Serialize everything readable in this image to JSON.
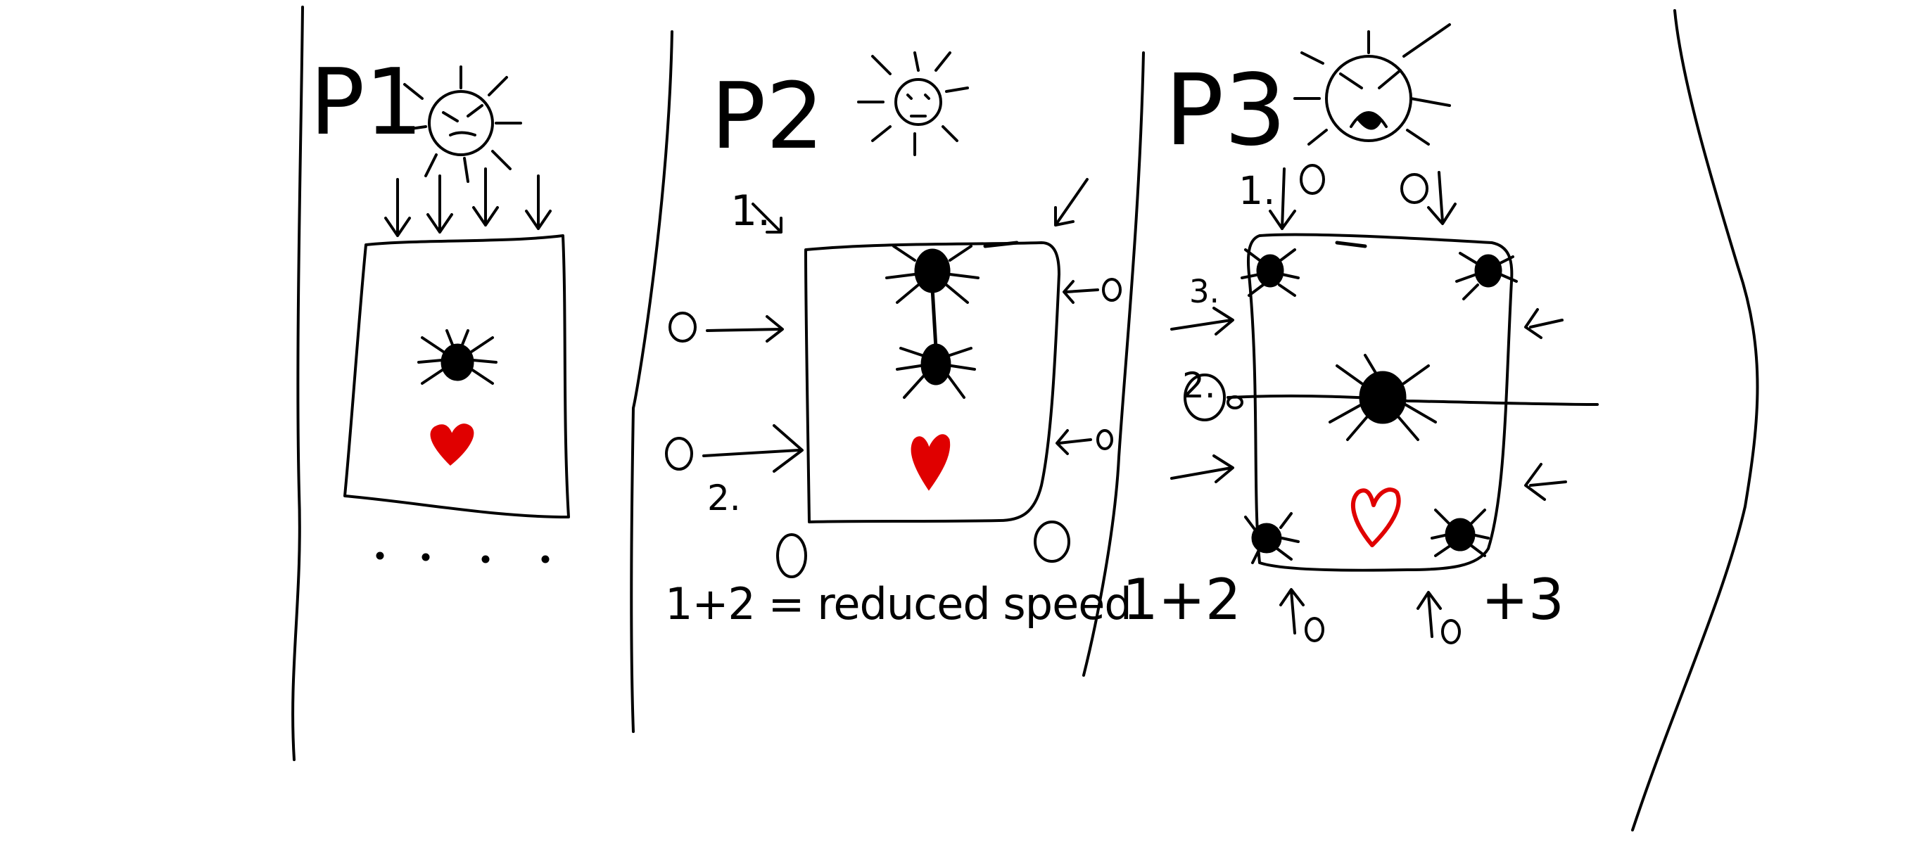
{
  "panels": [
    {
      "id": "p1",
      "label": "P1",
      "note": ""
    },
    {
      "id": "p2",
      "label": "P2",
      "note": "1+2 = reduced speed",
      "markers": {
        "one": "1.",
        "two": "2."
      }
    },
    {
      "id": "p3",
      "label": "P3",
      "note_left": "1+2",
      "note_right": "+3",
      "markers": {
        "one": "1.",
        "two": "2.",
        "three": "3."
      }
    }
  ],
  "colors": {
    "ink": "#000000",
    "heart": "#e00000",
    "background": "#ffffff"
  },
  "icons": [
    "sun-face-icon",
    "spider-icon",
    "heart-icon",
    "arrow-icon"
  ]
}
